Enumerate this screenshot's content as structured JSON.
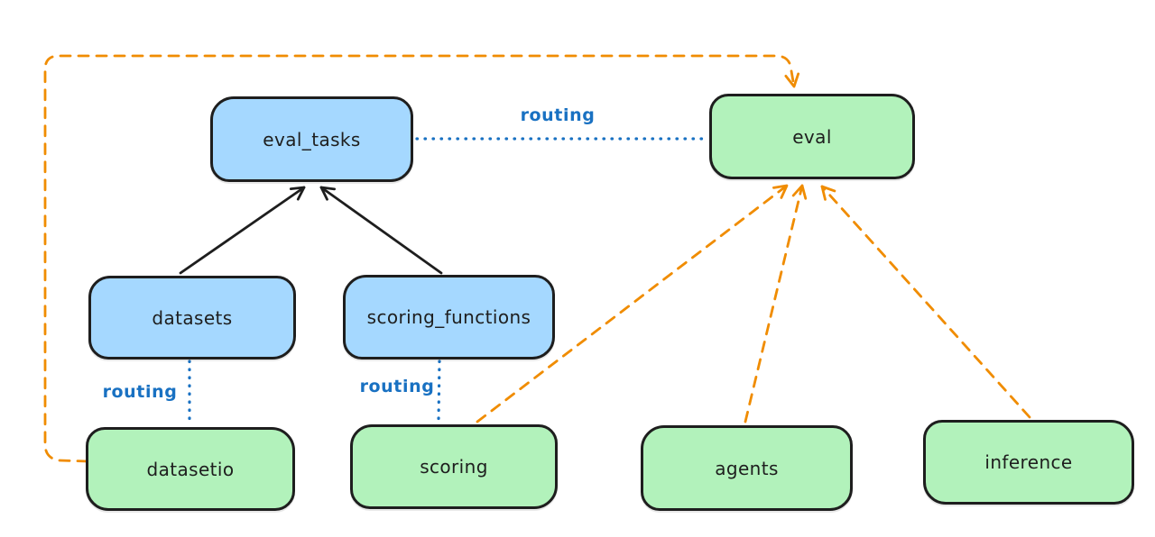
{
  "diagram": {
    "nodes": {
      "eval_tasks": {
        "label": "eval_tasks",
        "fill": "#a5d8ff"
      },
      "datasets": {
        "label": "datasets",
        "fill": "#a5d8ff"
      },
      "scoring_functions": {
        "label": "scoring_functions",
        "fill": "#a5d8ff"
      },
      "eval": {
        "label": "eval",
        "fill": "#b2f2bb"
      },
      "datasetio": {
        "label": "datasetio",
        "fill": "#b2f2bb"
      },
      "scoring": {
        "label": "scoring",
        "fill": "#b2f2bb"
      },
      "agents": {
        "label": "agents",
        "fill": "#b2f2bb"
      },
      "inference": {
        "label": "inference",
        "fill": "#b2f2bb"
      }
    },
    "edge_labels": {
      "routing_top": "routing",
      "routing_datasets": "routing",
      "routing_scoring": "routing"
    },
    "edges": [
      {
        "from": "datasets",
        "to": "eval_tasks",
        "style": "solid-arrow",
        "color": "#1e1e1e"
      },
      {
        "from": "scoring_functions",
        "to": "eval_tasks",
        "style": "solid-arrow",
        "color": "#1e1e1e"
      },
      {
        "from": "eval_tasks",
        "to": "eval",
        "style": "dotted-line",
        "label": "routing",
        "color": "#1971c2"
      },
      {
        "from": "datasets",
        "to": "datasetio",
        "style": "dotted-line",
        "label": "routing",
        "color": "#1971c2"
      },
      {
        "from": "scoring_functions",
        "to": "scoring",
        "style": "dotted-line",
        "label": "routing",
        "color": "#1971c2"
      },
      {
        "from": "datasetio",
        "to": "eval",
        "style": "dashed-arrow",
        "color": "#f08c00"
      },
      {
        "from": "scoring",
        "to": "eval",
        "style": "dashed-arrow",
        "color": "#f08c00"
      },
      {
        "from": "agents",
        "to": "eval",
        "style": "dashed-arrow",
        "color": "#f08c00"
      },
      {
        "from": "inference",
        "to": "eval",
        "style": "dashed-arrow",
        "color": "#f08c00"
      }
    ],
    "colors": {
      "background": "#ffffff",
      "node_stroke": "#1e1e1e",
      "blue_fill": "#a5d8ff",
      "green_fill": "#b2f2bb",
      "solid_arrow": "#1e1e1e",
      "routing_line": "#1971c2",
      "dashed_arrow": "#f08c00",
      "text": "#1e1e1e"
    }
  }
}
